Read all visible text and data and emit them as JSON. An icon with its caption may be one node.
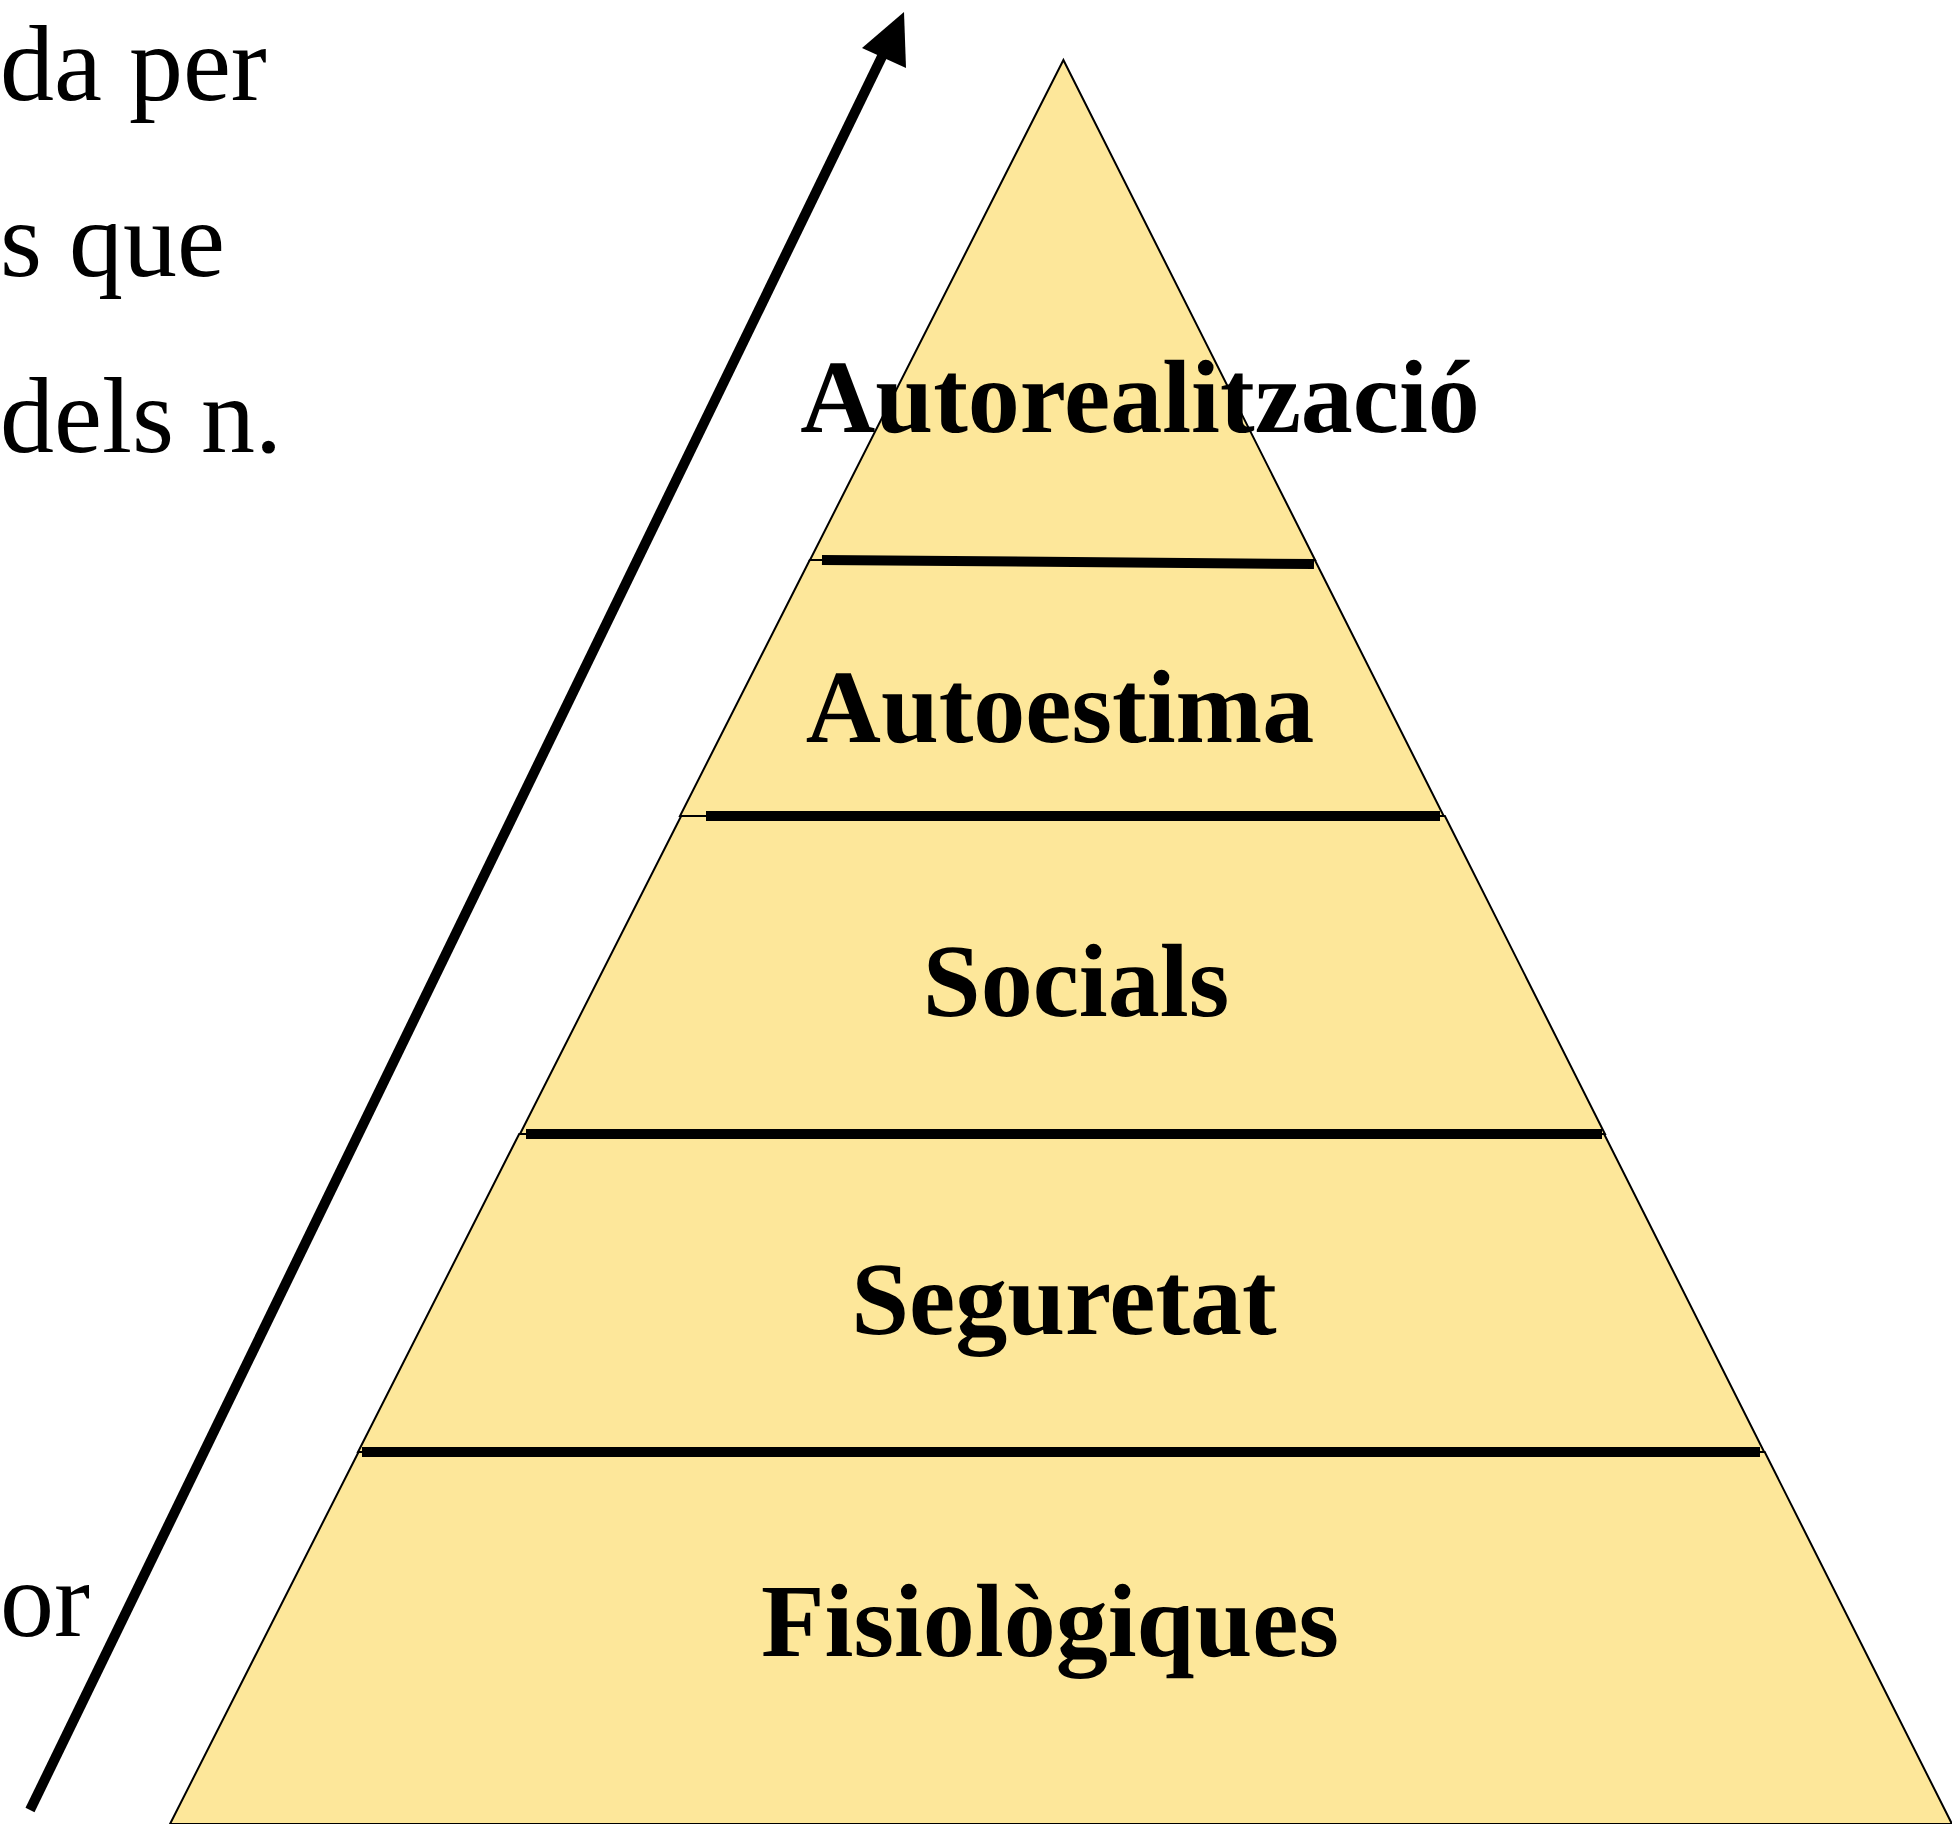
{
  "diagram": {
    "nodes": [
      {
        "text": [
          "Autorealització"
        ]
      },
      {
        "text": [
          "Autoestima"
        ]
      },
      {
        "text": [
          "Socials"
        ]
      },
      {
        "text": [
          "Seguretat"
        ]
      },
      {
        "text": [
          "Fisiològiques"
        ]
      }
    ],
    "labels": [
      "da per s que dels n.",
      "or"
    ]
  }
}
